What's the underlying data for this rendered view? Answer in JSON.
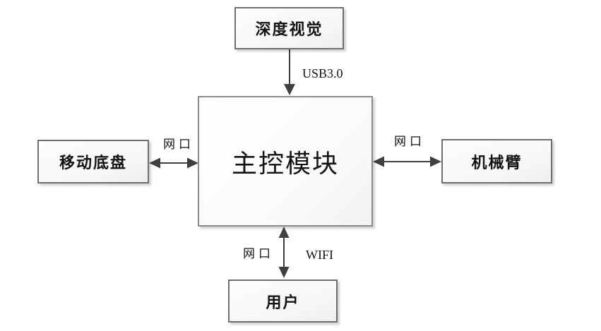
{
  "diagram": {
    "background": "#ffffff",
    "colors": {
      "box_border": "#6f6f6f",
      "box_fill": "#f6f6f6",
      "arrow": "#3f3f3f",
      "text": "#141414"
    },
    "nodes": {
      "depth_vision": {
        "label": "深度视觉"
      },
      "main_control": {
        "label": "主控模块"
      },
      "mobile_chassis": {
        "label": "移动底盘"
      },
      "robotic_arm": {
        "label": "机械臂"
      },
      "user": {
        "label": "用户"
      }
    },
    "edge_labels": {
      "usb": "USB3.0",
      "net_left": "网口",
      "net_right": "网口",
      "net_bottom": "网口",
      "wifi": "WIFI"
    }
  }
}
